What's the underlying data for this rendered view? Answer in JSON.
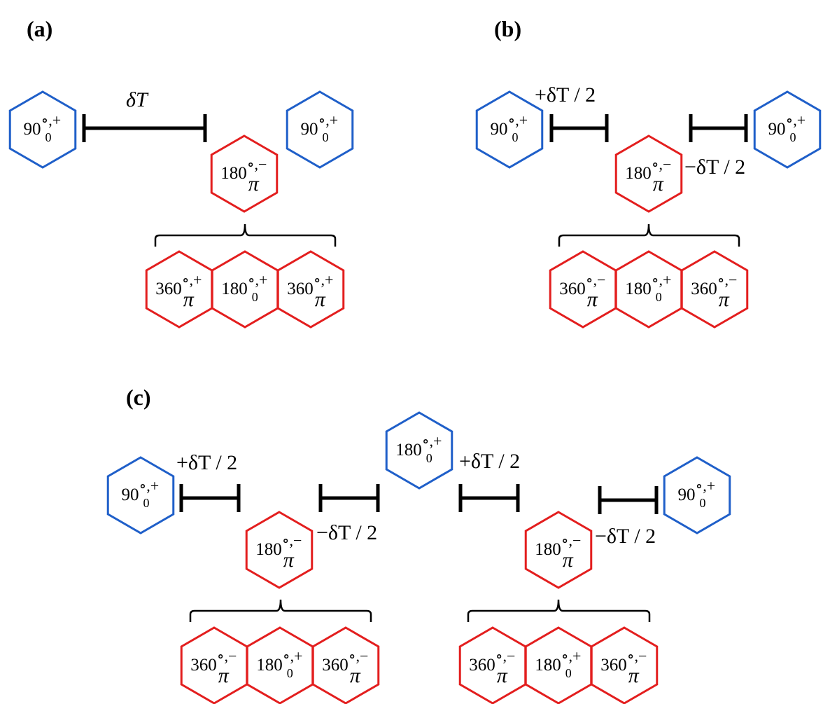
{
  "colors": {
    "blue": "#1f5fc9",
    "red": "#e31e1e",
    "bar": "#000000"
  },
  "panels": {
    "a": {
      "label": "(a)",
      "delta": "δT"
    },
    "b": {
      "label": "(b)",
      "delta_plus": "+δT / 2",
      "delta_minus": "−δT / 2"
    },
    "c": {
      "label": "(c)",
      "delta_plus_1": "+δT / 2",
      "delta_plus_2": "+δT / 2",
      "delta_minus_1": "−δT / 2",
      "delta_minus_2": "−δT / 2"
    }
  },
  "hex": {
    "h90": {
      "base": "90",
      "sub": "0",
      "sup": "∘,+"
    },
    "h180pi_minus": {
      "base": "180",
      "sub": "π",
      "sup": "∘,−"
    },
    "h360pi_plus": {
      "base": "360",
      "sub": "π",
      "sup": "∘,+"
    },
    "h180_0_plus": {
      "base": "180",
      "sub": "0",
      "sup": "∘,+"
    },
    "h360pi_minus": {
      "base": "360",
      "sub": "π",
      "sup": "∘,−"
    }
  }
}
